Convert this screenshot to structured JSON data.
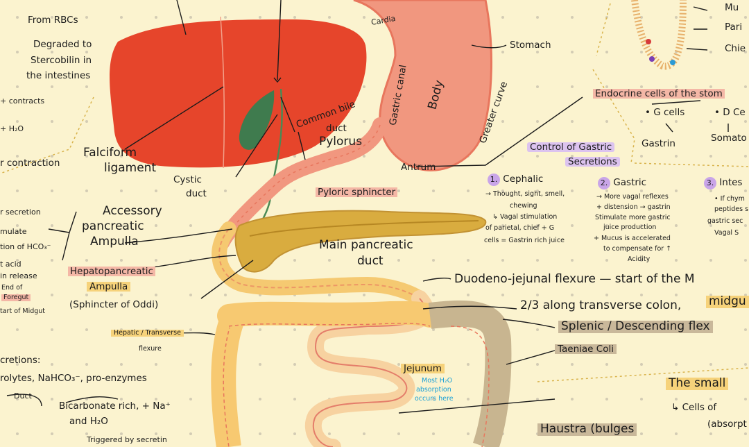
{
  "bile": {
    "from_rbcs": "From RBCs",
    "degraded": "Degraded to",
    "stercobilin": "Stercobilin in",
    "intestines": "the intestines"
  },
  "liver": {
    "falciform": "Falciform",
    "ligament": "ligament",
    "cystic_duct": "Cystic",
    "cystic_duct2": "duct",
    "common_bile": "Common bile",
    "common_bile2": "duct"
  },
  "stomach": {
    "cardia": "Cardia",
    "stomach": "Stomach",
    "lesser_curve": "Gastric canal",
    "body": "Body",
    "greater_curve": "Greater curve",
    "pylorus": "Pylorus",
    "antrum": "Antrum",
    "pyloric_sphincter": "Pyloric sphincter"
  },
  "left_notes": {
    "contracts": "+ contracts",
    "h2o": "+ H₂O",
    "contraction": "r contraction",
    "secretion": "r secretion",
    "stimulate": "mulate",
    "hco3": "tion of HCO₃⁻",
    "acid": "t acid",
    "release": "in release",
    "end_foregut": "End of",
    "end_foregut2": "Foregut",
    "midgut": "tart of Midgut",
    "secretions": "cretions:",
    "electrolytes": "rolytes, NaHCO₃⁻, pro-enzymes",
    "duct": "Duct",
    "bicarbonate": "Bicarbonate rich, + Na⁺",
    "and_h2o": "and H₂O",
    "triggered": "Triggered by secretin"
  },
  "pancreas": {
    "accessory": "Accessory",
    "accessory2": "pancreatic",
    "accessory3": "Ampulla",
    "hepato": "Hepatopancreatic",
    "hepato2": "Ampulla",
    "oddi": "(Sphincter of Oddi)",
    "main_duct": "Main pancreatic",
    "main_duct2": "duct"
  },
  "control": {
    "title1": "Control of Gastric",
    "title2": "Secretions",
    "cephalic_num": "1.",
    "cephalic": "Cephalic",
    "ceph1": "→ Thought, sight, smell,",
    "ceph2": "chewing",
    "ceph3": "↳ Vagal stimulation",
    "ceph4": "of parietal, chief + G",
    "ceph5": "cells = Gastrin rich juice",
    "gastric_num": "2.",
    "gastric": "Gastric",
    "gas1": "→ More vagal reflexes",
    "gas2": "+ distension → gastrin",
    "gas3": "Stimulate more gastric",
    "gas4": "juice production",
    "gas5": "+ Mucus is accelerated",
    "gas6": "to compensate for ↑",
    "gas7": "Acidity",
    "intes_num": "3.",
    "intes": "Intes",
    "int1": "• If chym",
    "int2": "peptides s",
    "int3": "gastric sec",
    "int4": "Vagal S"
  },
  "top_right": {
    "mu": "Mu",
    "pari": "Pari",
    "chie": "Chie",
    "endocrine": "Endocrine cells of the stom",
    "g_cells": "• G cells",
    "d_cells": "• D Ce",
    "gastrin": "Gastrin",
    "somato": "Somato"
  },
  "intestine": {
    "duodeno": "Duodeno-jejunal flexure — start of the M",
    "two_thirds": "2/3 along transverse colon,",
    "midgut": "midgu",
    "splenic": "Splenic / Descending flex",
    "hepatic": "Hepatic / Transverse",
    "flexure": "flexure",
    "taeniae": "Taeniae Coli",
    "jejunum": "Jejunum",
    "h2o_note1": "Most H₂O",
    "h2o_note2": "absorption",
    "h2o_note3": "occurs here",
    "haustra": "Haustra (bulges",
    "small": "The small",
    "cells_of": "↳ Cells of",
    "absorp": "(absorpt"
  }
}
